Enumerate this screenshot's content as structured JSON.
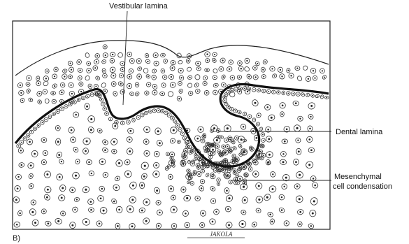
{
  "figure": {
    "labels": {
      "vestibular": "Vestibular lamina",
      "dental": "Dental lamina",
      "mesenchymal_1": "Mesenchymal",
      "mesenchymal_2": "cell condensation",
      "panel": "B)",
      "signature": "JAKOLA"
    }
  }
}
